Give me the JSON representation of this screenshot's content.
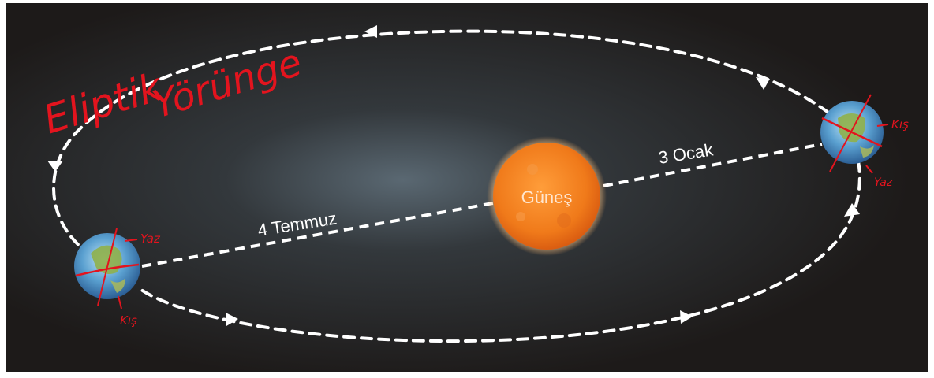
{
  "diagram": {
    "sun_label": "Güneş",
    "perihelion_label": "3 Ocak",
    "aphelion_label": "4 Temmuz",
    "handwriting": {
      "title_line1": "Eliptik",
      "title_line2": "Yörünge",
      "left_top_note": "Yaz",
      "left_bottom_note": "Kış",
      "right_top_note": "Kış",
      "right_bottom_note": "Yaz"
    }
  },
  "colors": {
    "background": "#1f1c1b",
    "orbit": "#ffffff",
    "sun_core": "#f07a1a",
    "sun_glow": "#ffd9a0",
    "handwriting": "#e3141e",
    "earth_ocean": "#4a8fc4",
    "earth_land": "#8fb04a"
  }
}
